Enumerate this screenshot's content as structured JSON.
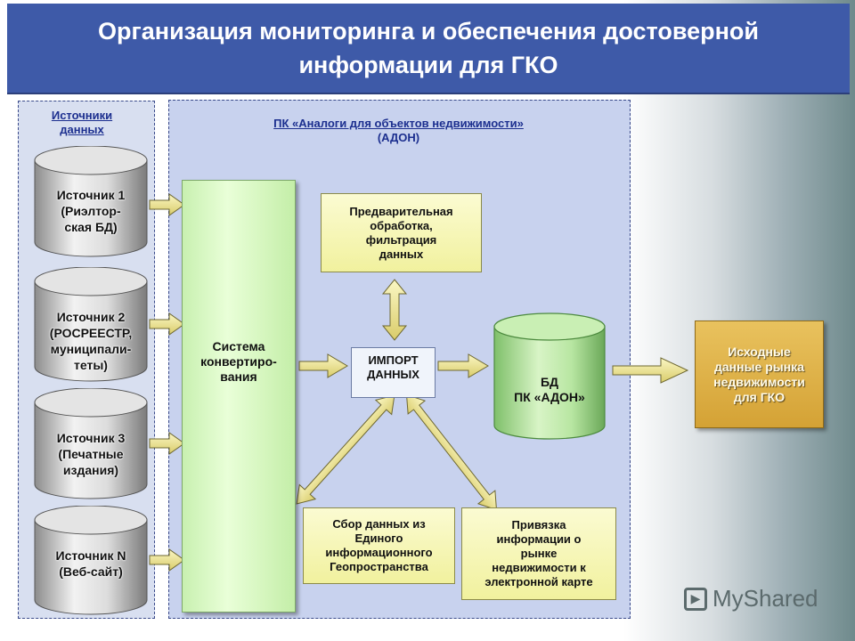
{
  "title": {
    "line1": "Организация мониторинга и обеспечения достоверной",
    "line2": "информации для ГКО"
  },
  "sources_panel": {
    "caption_line1": "Источники",
    "caption_line2": "данных",
    "items": [
      {
        "lines": [
          "Источник 1",
          "(Риэлтор-",
          "ская БД)"
        ]
      },
      {
        "lines": [
          "Источник 2",
          "(РОСРЕЕСТР,",
          "муниципали-",
          "теты)"
        ]
      },
      {
        "lines": [
          "Источник 3",
          "(Печатные",
          "издания)"
        ]
      },
      {
        "lines": [
          "Источник N",
          "(Веб-сайт)"
        ]
      }
    ]
  },
  "adon_panel": {
    "caption_line1": "ПК «Аналоги для объектов недвижимости»",
    "caption_line2": "(АДОН)"
  },
  "converter": {
    "lines": [
      "Система",
      "конвертиро-",
      "вания"
    ]
  },
  "preprocess": {
    "lines": [
      "Предварительная",
      "обработка,",
      "фильтрация",
      "данных"
    ]
  },
  "import": {
    "lines": [
      "ИМПОРТ",
      "ДАННЫХ"
    ]
  },
  "database": {
    "lines": [
      "БД",
      "ПК «АДОН»"
    ]
  },
  "geo_collect": {
    "lines": [
      "Сбор данных из",
      "Единого",
      "информационного",
      "Геопространства"
    ]
  },
  "map_binding": {
    "lines": [
      "Привязка",
      "информации о",
      "рынке",
      "недвижимости к",
      "электронной карте"
    ]
  },
  "output": {
    "lines": [
      "Исходные",
      "данные рынка",
      "недвижимости",
      "для ГКО"
    ]
  },
  "watermark": {
    "text": "MyShared"
  }
}
